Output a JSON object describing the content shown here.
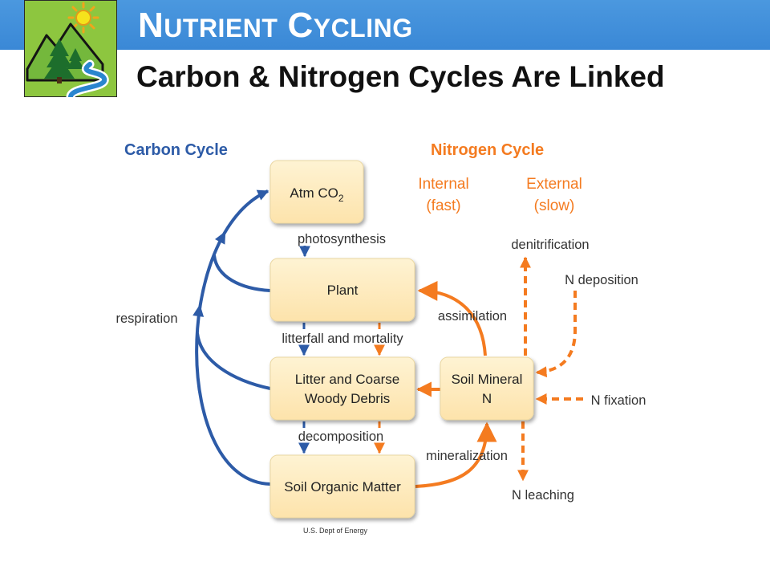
{
  "header": {
    "title_words": [
      "NUTRIENT",
      "CYCLING"
    ],
    "subtitle": "Carbon & Nitrogen Cycles Are Linked",
    "logo_icon": "nature-logo-icon"
  },
  "colors": {
    "header_bar": "#3f8fdb",
    "carbon": "#2d5ba7",
    "nitrogen": "#f47b20",
    "box_fill": "#fde9bd",
    "logo_green": "#8dc63f"
  },
  "diagram": {
    "carbon_heading": "Carbon Cycle",
    "nitrogen_heading": "Nitrogen Cycle",
    "internal": [
      "Internal",
      "(fast)"
    ],
    "external": [
      "External",
      "(slow)"
    ],
    "boxes": {
      "atm": {
        "label": "Atm CO",
        "subscript": "2"
      },
      "plant": {
        "label": "Plant"
      },
      "litter": {
        "lines": [
          "Litter and Coarse",
          "Woody Debris"
        ]
      },
      "som": {
        "label": "Soil Organic Matter"
      },
      "mineral_n": {
        "lines": [
          "Soil Mineral",
          "N"
        ]
      }
    },
    "processes": {
      "photosynthesis": "photosynthesis",
      "litterfall": "litterfall and mortality",
      "decomposition": "decomposition",
      "respiration": "respiration",
      "assimilation": "assimilation",
      "mineralization": "mineralization",
      "denitrification": "denitrification",
      "n_deposition": "N deposition",
      "n_fixation": "N fixation",
      "n_leaching": "N leaching"
    },
    "credit": "U.S. Dept of Energy"
  }
}
